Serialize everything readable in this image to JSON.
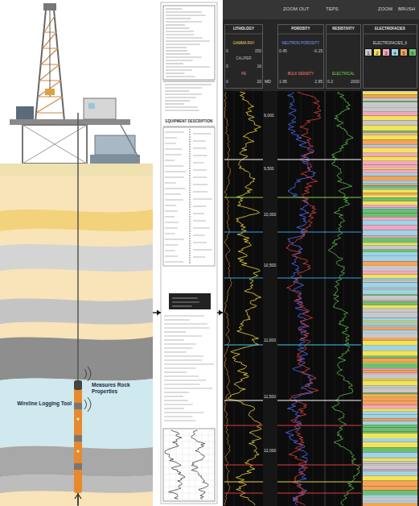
{
  "diagram": {
    "nodes": [
      {
        "text": [
          "Wireline Logging Tool",
          "Measures Rock Properties"
        ]
      },
      {
        "text": [
          "EQUIPMENT DESCRIPTION"
        ]
      },
      {
        "text": [
          "ZOOM OUT",
          "TEPS",
          "ZOOM",
          "BRUSH"
        ]
      },
      {
        "text": [
          "LITHOLOGY",
          "GAMMA RAY",
          "CALIPER",
          "PE"
        ],
        "in": 2
      },
      {
        "text": [
          "POROSITY",
          "NEUTRON POROSITY",
          "BULK DENSITY"
        ],
        "in": 2
      },
      {
        "text": [
          "RESISTIVITY",
          "ELECTRICAL"
        ],
        "in": 2
      },
      {
        "text": [
          "ELECTROFACIES",
          "ELECTROFACIES_6"
        ],
        "in": 2
      }
    ],
    "edges": [
      {
        "from": 0,
        "to": 1,
        "arrow": "to"
      },
      {
        "from": 1,
        "to": 2,
        "arrow": "to"
      }
    ],
    "labels": [
      "0",
      "150",
      "0",
      "16",
      "0",
      "20",
      "MD",
      "0.45",
      "-0.15",
      "1.95",
      "2.95",
      "0.2",
      "2000",
      "9,000",
      "9,500",
      "10,000",
      "10,500",
      "11,000",
      "11,500",
      "12,000"
    ],
    "legend": [
      {
        "text": "1",
        "color": "#c8c8c8"
      },
      {
        "text": "2",
        "color": "#f2e35a"
      },
      {
        "text": "3",
        "color": "#f4a6c0"
      },
      {
        "text": "4",
        "color": "#9fd3e6"
      },
      {
        "text": "5",
        "color": "#f5a25a"
      },
      {
        "text": "6",
        "color": "#6cc070"
      }
    ]
  }
}
